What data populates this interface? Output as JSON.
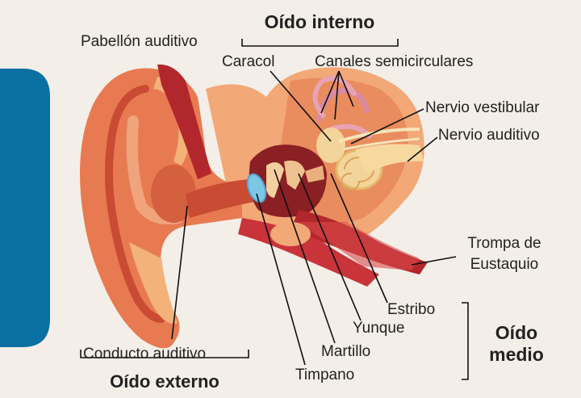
{
  "labels": {
    "inner_ear_title": "Oído interno",
    "pinna": "Pabellón auditivo",
    "cochlea": "Caracol",
    "semicircular_canals": "Canales semicirculares",
    "vestibular_nerve": "Nervio vestibular",
    "auditory_nerve": "Nervio auditivo",
    "eustachian_line1": "Trompa de",
    "eustachian_line2": "Eustaquio",
    "stapes": "Estribo",
    "incus": "Yunque",
    "malleus": "Martillo",
    "eardrum": "Timpano",
    "ear_canal": "Conducto auditivo",
    "outer_ear_title": "Oído externo",
    "middle_ear_line1": "Oído",
    "middle_ear_line2": "medio"
  },
  "colors": {
    "background": "#f3efe8",
    "side_tab": "#0a6fa3",
    "skin": "#e87a52",
    "skin_dark": "#c94b33",
    "bone": "#f2b27a",
    "muscle": "#b2272b",
    "eardrum": "#7cc6e8",
    "nerve": "#f7d9a0"
  }
}
